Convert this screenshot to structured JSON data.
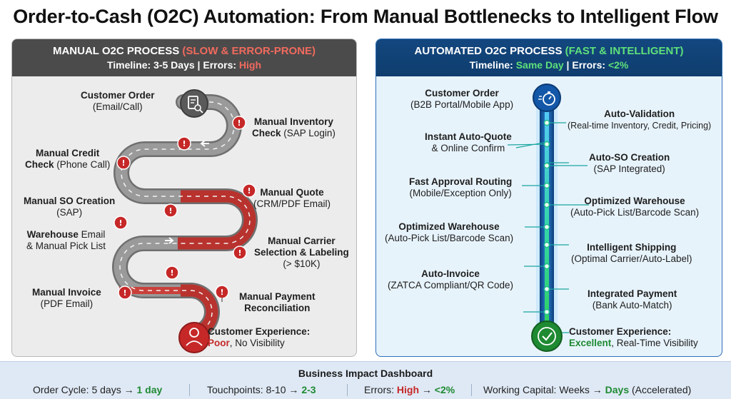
{
  "title": "Order-to-Cash (O2C) Automation: From Manual Bottlenecks to Intelligent Flow",
  "manual": {
    "heading_main": "MANUAL O2C PROCESS ",
    "heading_tag": "(SLOW & ERROR-PRONE)",
    "timeline_label": "Timeline: 3-5 Days | Errors: ",
    "timeline_value": "High",
    "steps": {
      "customer_order": {
        "title": "Customer Order",
        "sub": "(Email/Call)"
      },
      "inventory": {
        "title": "Manual Inventory",
        "sub_a": "Check",
        "sub_b": " (SAP Login)"
      },
      "credit": {
        "title": "Manual Credit",
        "sub_a": "Check",
        "sub_b": " (Phone Call)"
      },
      "quote": {
        "title": "Manual Quote",
        "sub": "(CRM/PDF Email)"
      },
      "so_creation": {
        "title": "Manual SO Creation",
        "sub": "(SAP)"
      },
      "warehouse": {
        "title_a": "Warehouse",
        "title_b": " Email",
        "sub": "& Manual Pick List"
      },
      "carrier": {
        "title": "Manual Carrier",
        "title2": "Selection & Labeling",
        "sub": "(> $10K)"
      },
      "invoice": {
        "title": "Manual Invoice",
        "sub": "(PDF Email)"
      },
      "payment": {
        "title": "Manual Payment",
        "title2": "Reconciliation"
      },
      "experience": {
        "title": "Customer Experience:",
        "value": "Poor",
        "rest": ", No Visibility"
      }
    }
  },
  "automated": {
    "heading_main": "AUTOMATED O2C PROCESS ",
    "heading_tag": "(FAST & INTELLIGENT)",
    "timeline_label": "Timeline: ",
    "timeline_value1": "Same Day",
    "timeline_mid": " | Errors: ",
    "timeline_value2": "<2%",
    "steps": {
      "customer_order": {
        "title": "Customer Order",
        "sub": "(B2B Portal/Mobile App)"
      },
      "auto_validation": {
        "title": "Auto-Validation",
        "sub": "(Real-time Inventory, Credit, Pricing)"
      },
      "auto_quote": {
        "title": "Instant Auto-Quote",
        "sub": "& Online Confirm"
      },
      "auto_so": {
        "title": "Auto-SO Creation",
        "sub": "(SAP Integrated)"
      },
      "approval": {
        "title": "Fast Approval Routing",
        "sub": "(Mobile/Exception Only)"
      },
      "warehouse_right": {
        "title": "Optimized Warehouse",
        "sub": "(Auto-Pick List/Barcode Scan)"
      },
      "warehouse_left": {
        "title": "Optimized Warehouse",
        "sub": "(Auto-Pick List/Barcode Scan)"
      },
      "shipping": {
        "title": "Intelligent Shipping",
        "sub": "(Optimal Carrier/Auto-Label)"
      },
      "invoice": {
        "title": "Auto-Invoice",
        "sub": "(ZATCA Compliant/QR Code)"
      },
      "payment": {
        "title": "Integrated Payment",
        "sub": "(Bank Auto-Match)"
      },
      "experience": {
        "title": "Customer Experience:",
        "value": "Excellent",
        "rest": ", Real-Time Visibility"
      }
    }
  },
  "dashboard": {
    "title": "Business Impact Dashboard",
    "metrics": [
      {
        "label": "Order Cycle: 5 days",
        "arrow": " → ",
        "value": "1 day"
      },
      {
        "label": "Touchpoints: 8-10",
        "arrow": " → ",
        "value": "2-3"
      },
      {
        "label": "Errors: ",
        "bad": "High",
        "arrow": " → ",
        "value": "<2%"
      },
      {
        "label": "Working Capital: Weeks",
        "arrow": " → ",
        "value": "Days",
        "tail": " (Accelerated)"
      }
    ]
  },
  "colors": {
    "red_accent": "#c62828",
    "green_accent": "#1e8a32",
    "road_grey": "#7a7a7a",
    "road_red": "#c9403b",
    "pipe_blue": "#1a5aa8",
    "pipe_green": "#2fd15c"
  }
}
